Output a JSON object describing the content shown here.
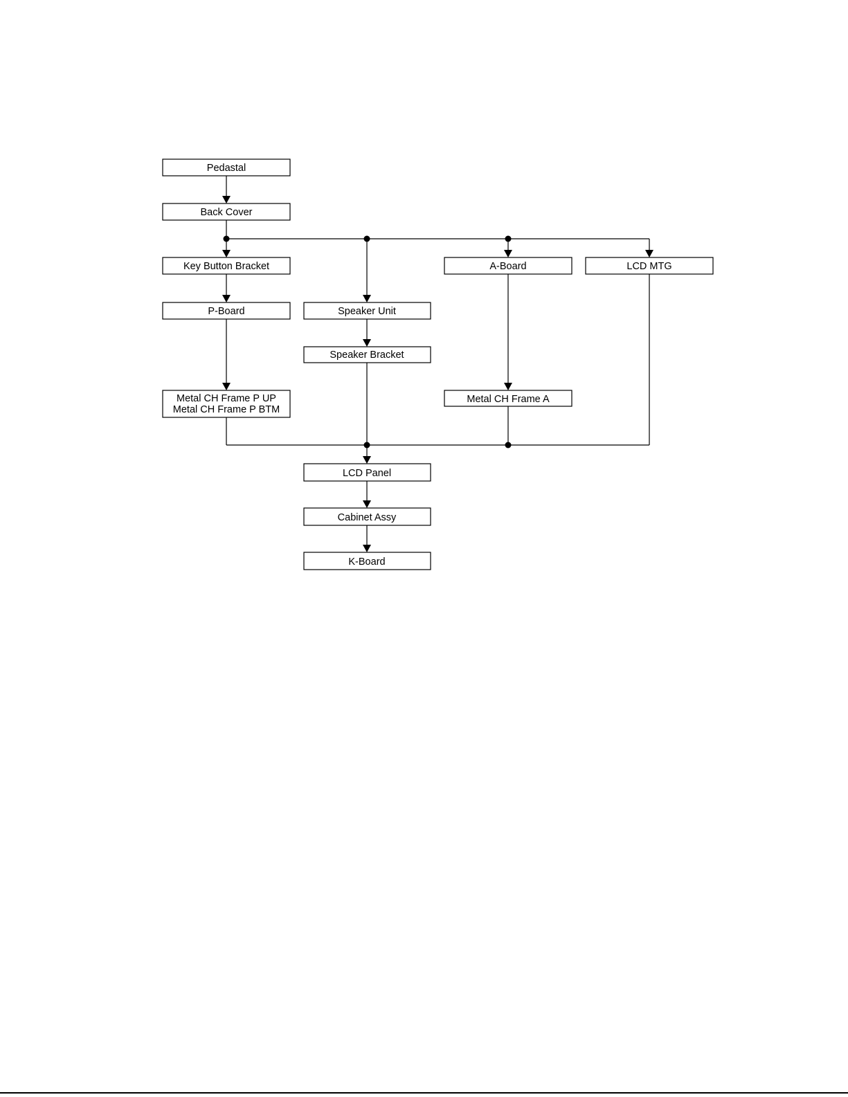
{
  "diagram": {
    "nodes": {
      "pedastal": "Pedastal",
      "back_cover": "Back Cover",
      "key_button_bracket": "Key Button Bracket",
      "a_board": "A-Board",
      "lcd_mtg": "LCD MTG",
      "p_board": "P-Board",
      "speaker_unit": "Speaker Unit",
      "speaker_bracket": "Speaker Bracket",
      "metal_ch_frame_p_line1": "Metal CH Frame P UP",
      "metal_ch_frame_p_line2": "Metal CH Frame P BTM",
      "metal_ch_frame_a": "Metal CH Frame A",
      "lcd_panel": "LCD Panel",
      "cabinet_assy": "Cabinet Assy",
      "k_board": "K-Board"
    }
  }
}
